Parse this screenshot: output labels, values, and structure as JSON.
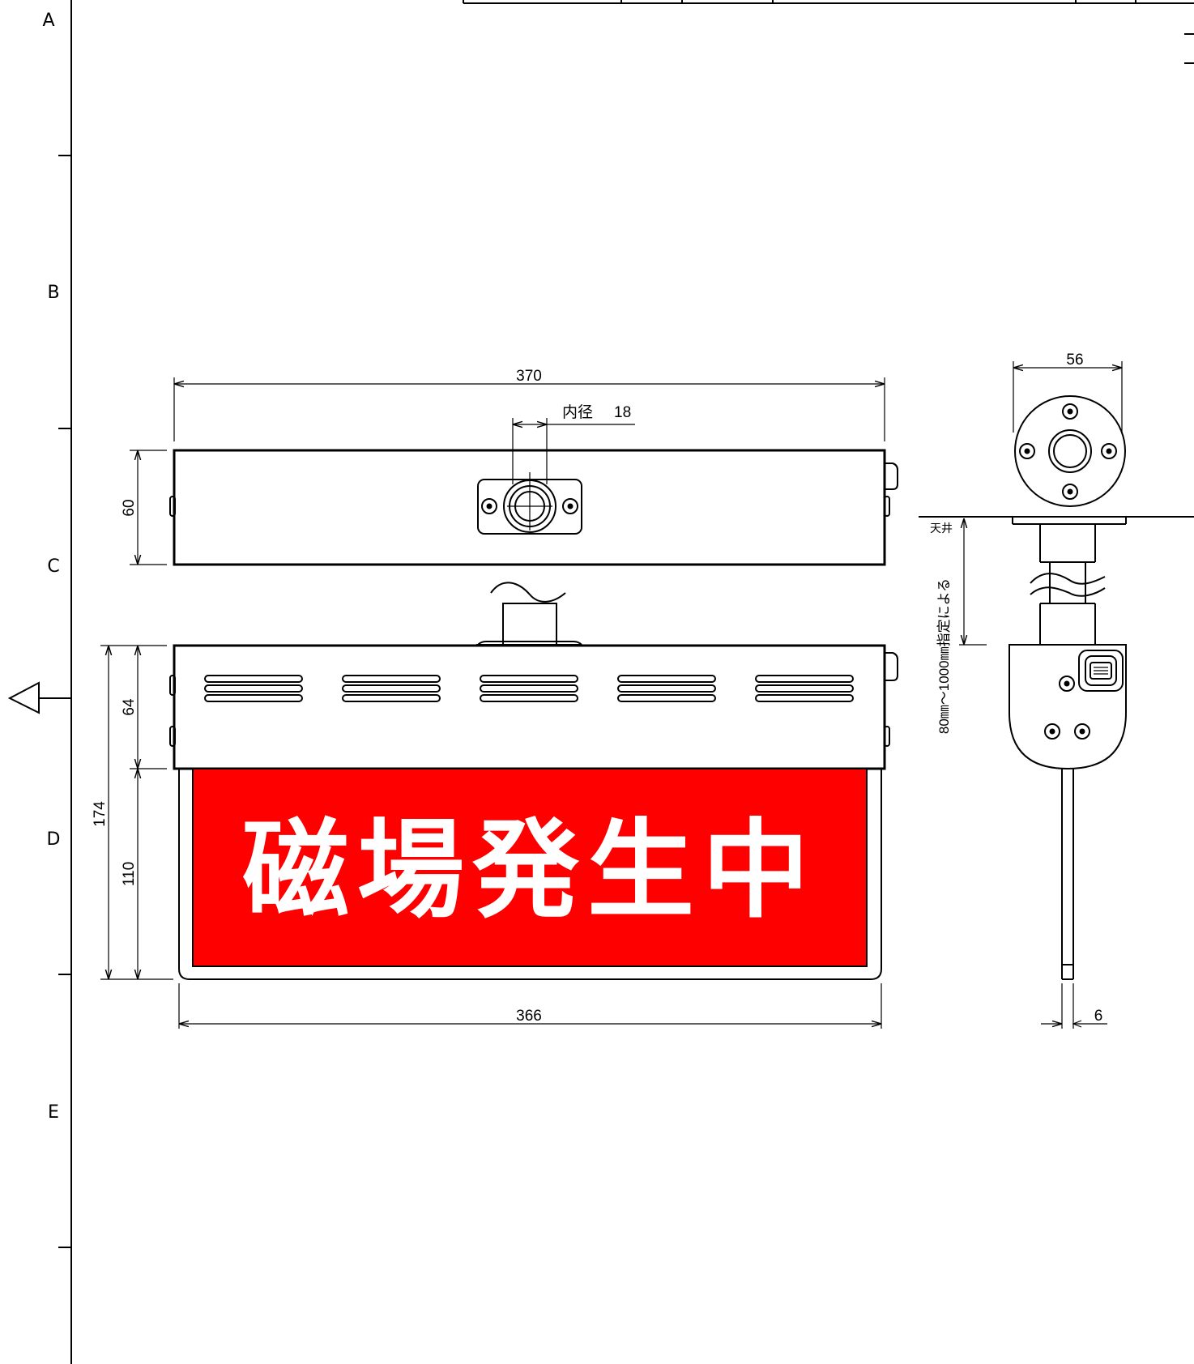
{
  "zones": [
    "A",
    "B",
    "C",
    "D",
    "E"
  ],
  "colors": {
    "sign_background": "#ff0000",
    "sign_text": "#ffffff",
    "line": "#000000"
  },
  "sign": {
    "text": "磁場発生中"
  },
  "dimensions": {
    "top_width": "370",
    "inner_diameter_label": "内径",
    "inner_diameter_value": "18",
    "top_depth": "60",
    "housing_height": "64",
    "panel_height": "110",
    "total_height": "174",
    "panel_width": "366",
    "side_width": "56",
    "panel_thickness": "6",
    "ceiling_label": "天井",
    "hanging_length_note": "80㎜～1000㎜指定による"
  }
}
